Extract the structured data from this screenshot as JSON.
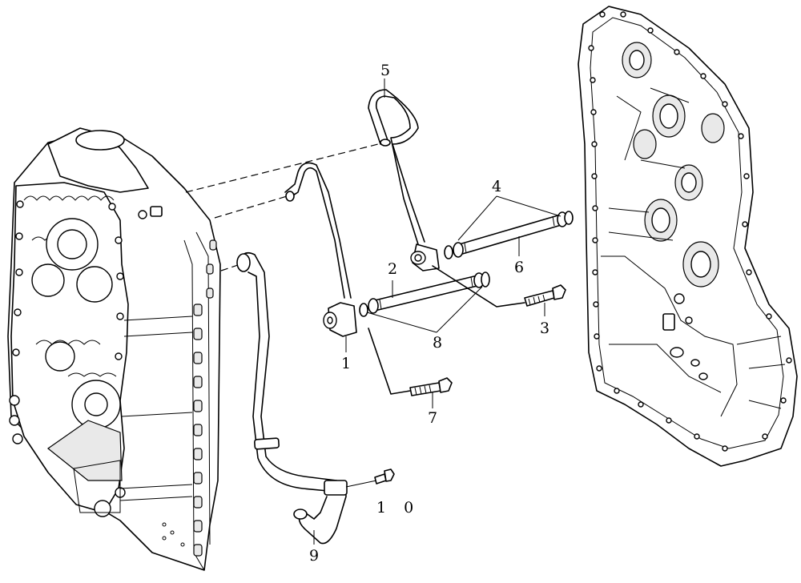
{
  "callouts": {
    "c1": "1",
    "c2": "2",
    "c3": "3",
    "c4": "4",
    "c5": "5",
    "c6": "6",
    "c7": "7",
    "c8": "8",
    "c9": "9",
    "c10": "1 0"
  }
}
